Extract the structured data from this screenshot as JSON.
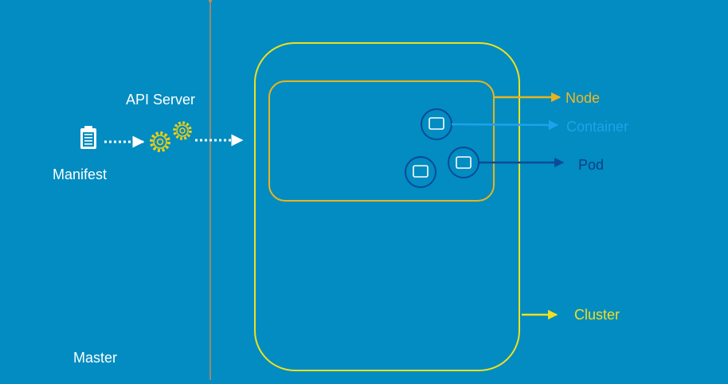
{
  "labels": {
    "api_server": "API Server",
    "manifest": "Manifest",
    "master": "Master",
    "node": "Node",
    "container": "Container",
    "pod": "Pod",
    "cluster": "Cluster"
  },
  "colors": {
    "background": "#028cc1",
    "divider": "#c28a5a",
    "cluster": "#f0e020",
    "node": "#e8b41c",
    "node_label": "#f2b824",
    "container": "#1ea2ec",
    "pod": "#0a4a96",
    "pod_label": "#0b3f86",
    "icon_white": "#ffffff",
    "gear": "#f0d010"
  },
  "icons": {
    "manifest": "clipboard-icon",
    "api_server": "gears-icon"
  }
}
